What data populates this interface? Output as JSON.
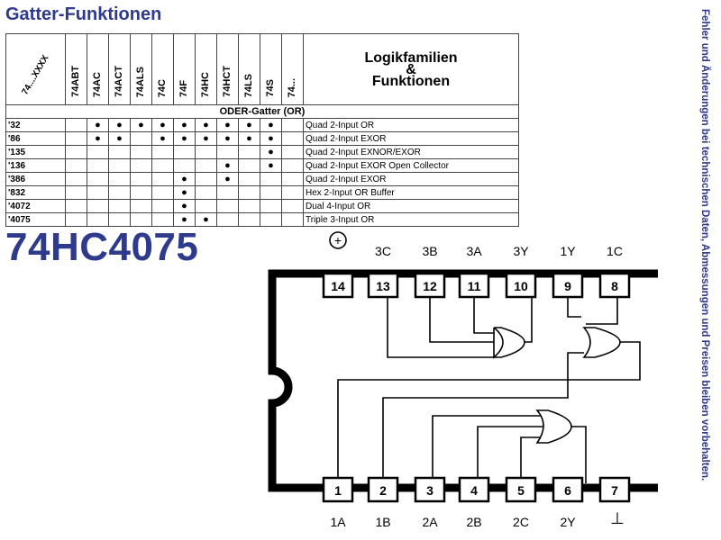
{
  "title": "Gatter-Funktionen",
  "part_number": "74HC4075",
  "side_note": "Fehler und Änderungen bei technischen Daten, Abmessungen und Preisen bleiben vorbehalten.",
  "table": {
    "corner_label": "74....XXXX",
    "columns": [
      "74ABT",
      "74AC",
      "74ACT",
      "74ALS",
      "74C",
      "74F",
      "74HC",
      "74HCT",
      "74LS",
      "74S",
      "74..."
    ],
    "family_header": [
      "Logikfamilien",
      "&",
      "Funktionen"
    ],
    "section": "ODER-Gatter (OR)",
    "dot_char": "●",
    "rows": [
      {
        "part": "'32",
        "desc": "Quad 2-Input OR",
        "marks": [
          0,
          1,
          1,
          1,
          1,
          1,
          1,
          1,
          1,
          1,
          0
        ]
      },
      {
        "part": "'86",
        "desc": "Quad 2-Input EXOR",
        "marks": [
          0,
          1,
          1,
          0,
          1,
          1,
          1,
          1,
          1,
          1,
          0
        ]
      },
      {
        "part": "'135",
        "desc": "Quad 2-Input EXNOR/EXOR",
        "marks": [
          0,
          0,
          0,
          0,
          0,
          0,
          0,
          0,
          0,
          1,
          0
        ]
      },
      {
        "part": "'136",
        "desc": "Quad 2-Input EXOR Open Collector",
        "marks": [
          0,
          0,
          0,
          0,
          0,
          0,
          0,
          1,
          0,
          1,
          0
        ]
      },
      {
        "part": "'386",
        "desc": "Quad 2-Input EXOR",
        "marks": [
          0,
          0,
          0,
          0,
          0,
          1,
          0,
          1,
          0,
          0,
          0
        ]
      },
      {
        "part": "'832",
        "desc": "Hex 2-Input OR Buffer",
        "marks": [
          0,
          0,
          0,
          0,
          0,
          1,
          0,
          0,
          0,
          0,
          0
        ]
      },
      {
        "part": "'4072",
        "desc": "Dual 4-Input OR",
        "marks": [
          0,
          0,
          0,
          0,
          0,
          1,
          0,
          0,
          0,
          0,
          0
        ]
      },
      {
        "part": "'4075",
        "desc": "Triple 3-Input OR",
        "marks": [
          0,
          0,
          0,
          0,
          0,
          1,
          1,
          0,
          0,
          0,
          0
        ]
      }
    ]
  },
  "pinout": {
    "vcc_symbol": "+",
    "gnd_symbol": "⊥",
    "top_pins": [
      {
        "num": "14",
        "label": ""
      },
      {
        "num": "13",
        "label": "3C"
      },
      {
        "num": "12",
        "label": "3B"
      },
      {
        "num": "11",
        "label": "3A"
      },
      {
        "num": "10",
        "label": "3Y"
      },
      {
        "num": "9",
        "label": "1Y"
      },
      {
        "num": "8",
        "label": "1C"
      }
    ],
    "bottom_pins": [
      {
        "num": "1",
        "label": "1A"
      },
      {
        "num": "2",
        "label": "1B"
      },
      {
        "num": "3",
        "label": "2A"
      },
      {
        "num": "4",
        "label": "2B"
      },
      {
        "num": "5",
        "label": "2C"
      },
      {
        "num": "6",
        "label": "2Y"
      },
      {
        "num": "7",
        "label": ""
      }
    ]
  }
}
